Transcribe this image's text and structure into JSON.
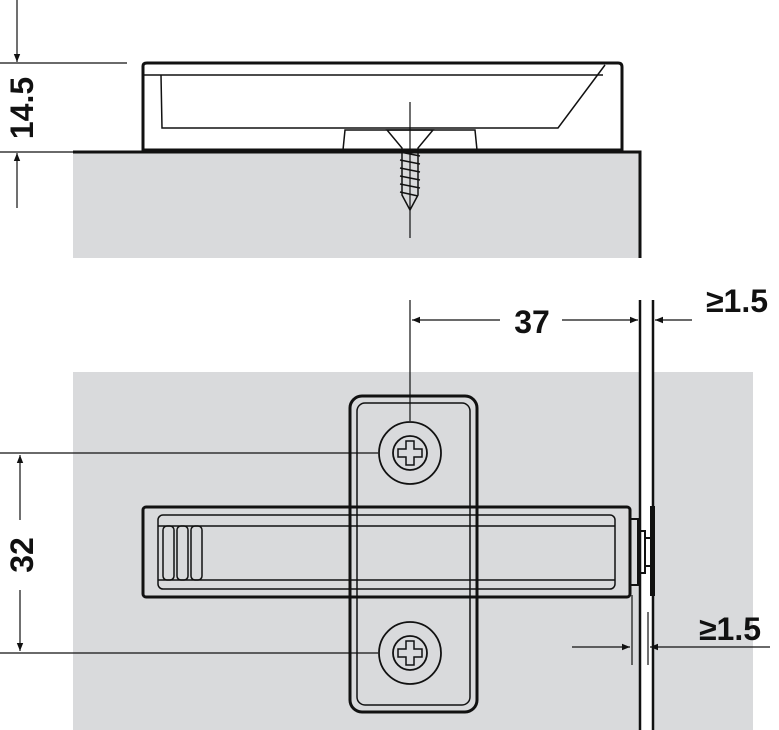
{
  "title": "Cross mounting plate with push-to-open mechanism – installation drawing",
  "dimensions": {
    "height": "14.5",
    "drill_distance": "37",
    "gap_top": "≥1.5",
    "plate_spacing": "32",
    "gap_bottom": "≥1.5"
  },
  "colors": {
    "panel": "#d9dadc",
    "line": "#111111"
  }
}
